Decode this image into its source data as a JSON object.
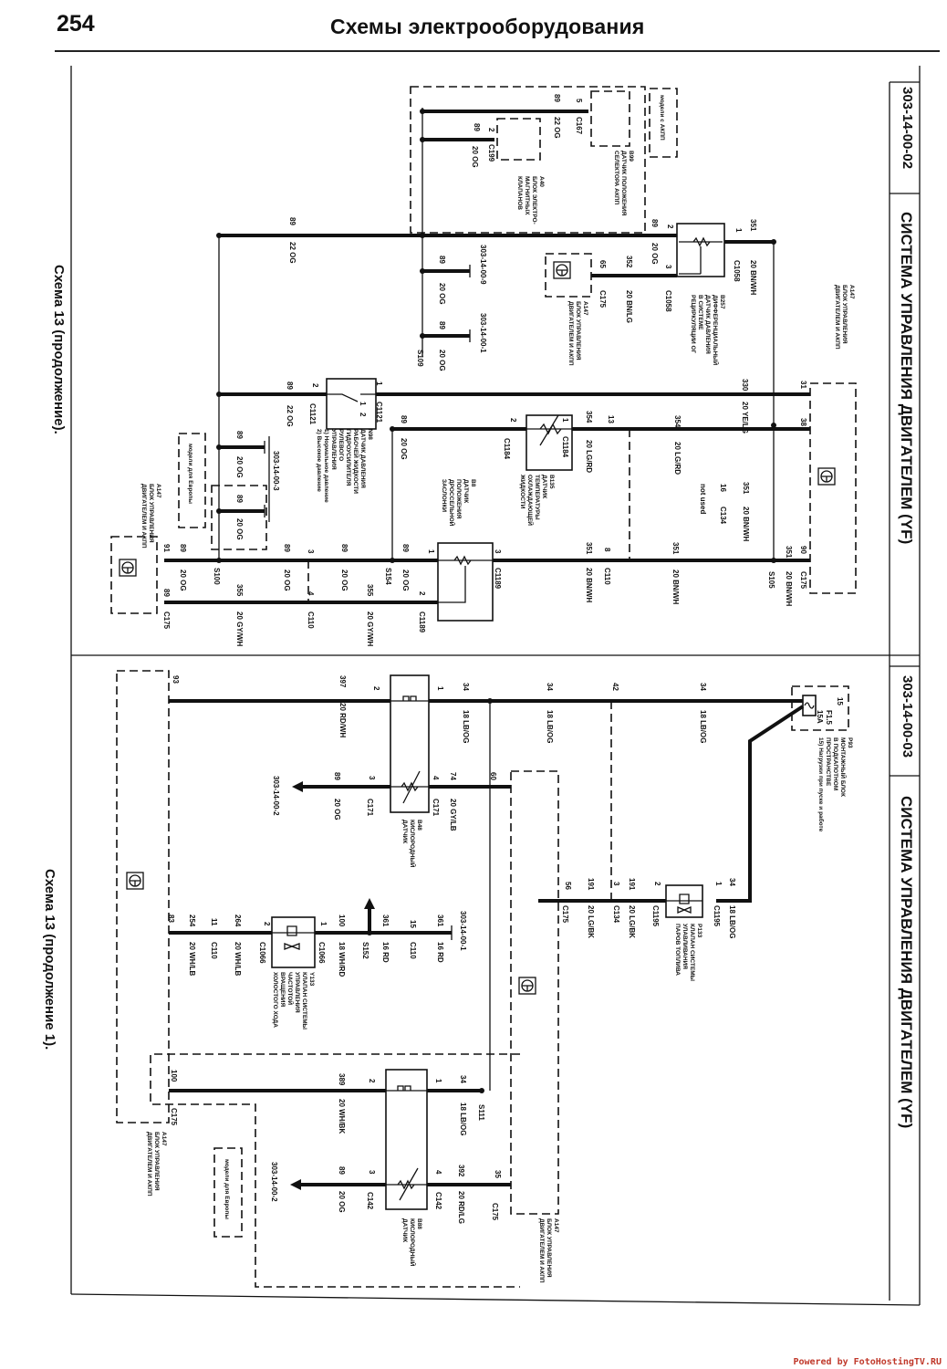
{
  "header": {
    "page_number": "254",
    "title": "Схемы электрооборудования"
  },
  "captions": {
    "top": "Схема 13 (продолжение).",
    "bottom": "Схема 13 (продолжение 1)."
  },
  "footer": "Powered by FotoHostingTV.RU",
  "top_schematic": {
    "code": "303-14-00-02",
    "title": "СИСТЕМА УПРАВЛЕНИЯ ДВИГАТЕЛЕМ (YF)",
    "notes": [
      "модели с АКПП",
      "модели для Европы"
    ],
    "components": [
      {
        "id": "A147",
        "lines": [
          "БЛОК УПРАВЛЕНИЯ",
          "ДВИГАТЕЛЕМ И АКПП"
        ]
      },
      {
        "id": "B99",
        "lines": [
          "ДАТЧИК ПОЛОЖЕНИЯ",
          "СЕЛЕКТОРА АКПП"
        ]
      },
      {
        "id": "A40",
        "lines": [
          "БЛОК ЭЛЕКТРО-",
          "МАГНИТНЫХ",
          "КЛАПАНОВ"
        ]
      },
      {
        "id": "B257",
        "lines": [
          "ДИФФЕРЕНЦИАЛЬНЫЙ",
          "ДАТЧИК ДАВЛЕНИЯ",
          "В СИСТЕМЕ",
          "РЕЦИРКУЛЯЦИИ ОГ"
        ]
      },
      {
        "id": "A147",
        "lines": [
          "БЛОК УПРАВЛЕНИЯ",
          "ДВИГАТЕЛЕМ И АКПП"
        ]
      },
      {
        "id": "N98",
        "lines": [
          "ДАТЧИК ДАВЛЕНИЯ",
          "РАБОЧЕЙ ЖИДКОСТИ",
          "ГИДРОУСИЛИТЕЛЯ",
          "РУЛЕВОГО",
          "УПРАВЛЕНИЯ",
          "1) Нормальное давление",
          "2) Высокое давление"
        ]
      },
      {
        "id": "B135",
        "lines": [
          "ДАТЧИК",
          "ТЕМПЕРАТУРЫ",
          "ОХЛАЖДАЮЩЕЙ",
          "ЖИДКОСТИ"
        ]
      },
      {
        "id": "B8",
        "lines": [
          "ДАТЧИК",
          "ПОЛОЖЕНИЯ",
          "ДРОССЕЛЬНОЙ",
          "ЗАСЛОНКИ"
        ]
      },
      {
        "id": "A147",
        "lines": [
          "БЛОК УПРАВЛЕНИЯ",
          "ДВИГАТЕЛЕМ И АКПП"
        ]
      }
    ],
    "wire_labels": [
      "89",
      "5",
      "22 OG",
      "C167",
      "89",
      "2",
      "20 OG",
      "C199",
      "89",
      "22 OG",
      "89",
      "2",
      "20 OG",
      "1",
      "351",
      "20 BN/WH",
      "C1058",
      "3",
      "C1058",
      "352",
      "20 BN/LG",
      "65",
      "C175",
      "89",
      "20 OG",
      "303-14-00-9",
      "89",
      "20 OG",
      "303-14-00-1",
      "S109",
      "31",
      "38",
      "90",
      "351",
      "C175",
      "20 BN/WH",
      "S105",
      "330",
      "20 YE/LG",
      "1",
      "C1121",
      "2",
      "C1121",
      "89",
      "22 OG",
      "1",
      "2",
      "354",
      "13",
      "20 LG/RD",
      "1",
      "C1184",
      "2",
      "C1184",
      "89",
      "20 OG",
      "354",
      "20 LG/RD",
      "351",
      "20 BN/WH",
      "16",
      "C134",
      "not used",
      "351",
      "20 BN/WH",
      "8",
      "C110",
      "351",
      "20 BN/WH",
      "3",
      "C1189",
      "1",
      "89",
      "20 OG",
      "S154",
      "89",
      "20 OG",
      "3",
      "89",
      "20 OG",
      "S100",
      "89",
      "20 OG",
      "91",
      "2",
      "C1189",
      "355",
      "20 GY/WH",
      "4",
      "C110",
      "355",
      "20 GY/WH",
      "89",
      "C175",
      "89",
      "20 OG",
      "89",
      "20 OG",
      "303-14-00-3"
    ]
  },
  "bottom_schematic": {
    "code": "303-14-00-03",
    "title": "СИСТЕМА УПРАВЛЕНИЯ ДВИГАТЕЛЕМ (YF)",
    "notes": [
      "модели для Европы"
    ],
    "fuse": {
      "name": "F1.5",
      "rating": "15A",
      "pin": "15"
    },
    "components": [
      {
        "id": "P93",
        "lines": [
          "МОНТАЖНЫЙ БЛОК",
          "В ПОДКАПОТНОМ",
          "ПРОСТРАНСТВЕ",
          "15) Нагрузки при пуске и работе"
        ]
      },
      {
        "id": "B48",
        "lines": [
          "КИСЛОРОДНЫЙ",
          "ДАТЧИК"
        ]
      },
      {
        "id": "P133",
        "lines": [
          "КЛАПАН СИСТЕМЫ",
          "УЛАВЛИВАНИЯ",
          "ПАРОВ ТОПЛИВА"
        ]
      },
      {
        "id": "Y133",
        "lines": [
          "КЛАПАН СИСТЕМЫ",
          "УПРАВЛЕНИЯ",
          "ЧАСТОТОЙ",
          "ВРАЩЕНИЯ",
          "ХОЛОСТОГО ХОДА"
        ]
      },
      {
        "id": "B88",
        "lines": [
          "КИСЛОРОДНЫЙ",
          "ДАТЧИК"
        ]
      },
      {
        "id": "A147",
        "lines": [
          "БЛОК УПРАВЛЕНИЯ",
          "ДВИГАТЕЛЕМ И АКПП"
        ]
      },
      {
        "id": "A147",
        "lines": [
          "БЛОК УПРАВЛЕНИЯ",
          "ДВИГАТЕЛЕМ И АКПП"
        ]
      }
    ],
    "wire_labels": [
      "34",
      "18 LB/OG",
      "42",
      "34",
      "18 LB/OG",
      "34",
      "18 LB/OG",
      "1",
      "2",
      "397",
      "20 RD/WH",
      "93",
      "4",
      "C171",
      "74",
      "20 GY/LB",
      "60",
      "3",
      "C171",
      "89",
      "20 OG",
      "303-14-00-2",
      "34",
      "18 LB/OG",
      "1",
      "C1195",
      "2",
      "C1195",
      "191",
      "20 LG/BK",
      "3",
      "C134",
      "191",
      "20 LG/BK",
      "56",
      "C175",
      "361",
      "16 RD",
      "303-14-00-1",
      "15",
      "C110",
      "361",
      "16 RD",
      "S152",
      "100",
      "18 WH/RD",
      "1",
      "C1066",
      "2",
      "C1066",
      "264",
      "20 WH/LB",
      "11",
      "C110",
      "254",
      "20 WH/LB",
      "83",
      "34",
      "18 LB/OG",
      "S111",
      "1",
      "2",
      "389",
      "20 WH/BK",
      "100",
      "C175",
      "4",
      "C142",
      "392",
      "20 RD/LG",
      "35",
      "C175",
      "3",
      "C142",
      "89",
      "20 OG",
      "303-14-00-2"
    ]
  }
}
